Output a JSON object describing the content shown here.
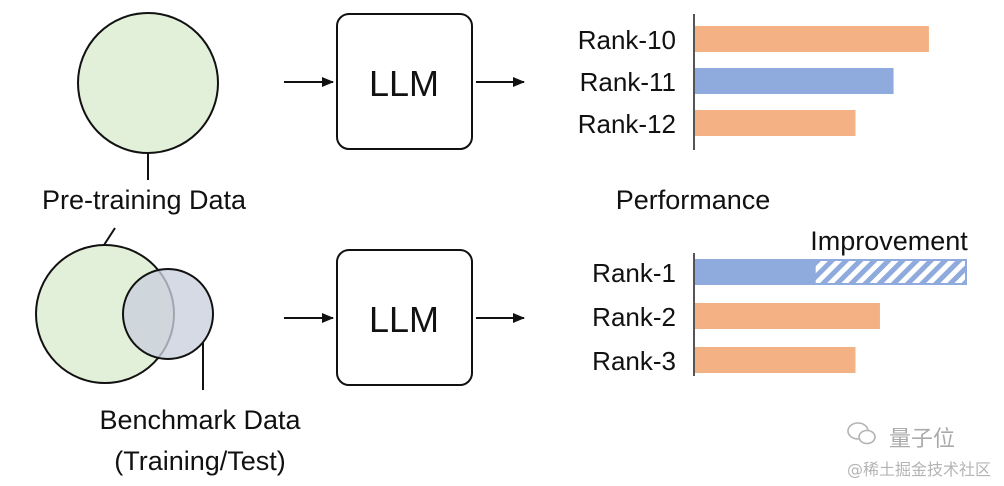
{
  "top": {
    "data_label": "Pre-training Data",
    "model_label": "LLM",
    "ranks": [
      {
        "label": "Rank-10",
        "value": 0.86,
        "color": "#F4B183"
      },
      {
        "label": "Rank-11",
        "value": 0.73,
        "color": "#8FAADC"
      },
      {
        "label": "Rank-12",
        "value": 0.59,
        "color": "#F4B183"
      }
    ]
  },
  "middle": {
    "performance_label": "Performance",
    "improvement_label": "Improvement"
  },
  "bottom": {
    "data_label_line1": "Benchmark Data",
    "data_label_line2": "(Training/Test)",
    "model_label": "LLM",
    "ranks": [
      {
        "label": "Rank-1",
        "value": 0.44,
        "improvement": 0.56,
        "color": "#8FAADC"
      },
      {
        "label": "Rank-2",
        "value": 0.68,
        "color": "#F4B183"
      },
      {
        "label": "Rank-3",
        "value": 0.59,
        "color": "#F4B183"
      }
    ]
  },
  "colors": {
    "pretrain_circle": "#E2EFD9",
    "benchmark_circle": "#C9D0DE",
    "hatch": "#8FAADC"
  },
  "watermark": {
    "brand": "量子位",
    "site": "@稀土掘金技术社区"
  }
}
